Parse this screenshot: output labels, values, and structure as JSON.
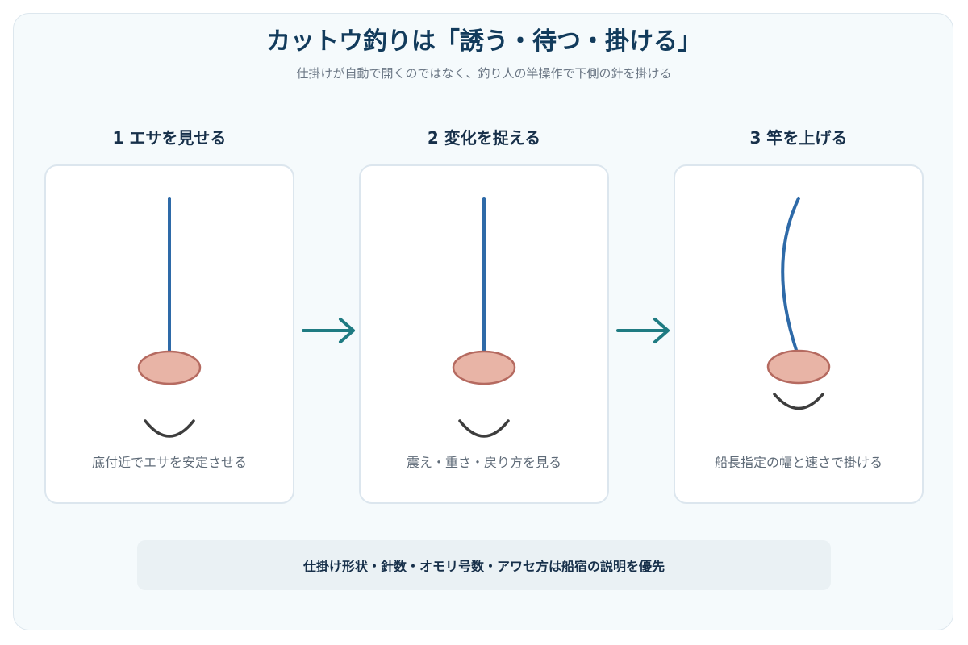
{
  "header": {
    "title": "カットウ釣りは「誘う・待つ・掛ける」",
    "subtitle": "仕掛けが自動で開くのではなく、釣り人の竿操作で下側の針を掛ける"
  },
  "steps": [
    {
      "heading": "1 エサを見せる",
      "caption": "底付近でエサを安定させる"
    },
    {
      "heading": "2 変化を捉える",
      "caption": "震え・重さ・戻り方を見る"
    },
    {
      "heading": "3 竿を上げる",
      "caption": "船長指定の幅と速さで掛ける"
    }
  ],
  "note": "仕掛け形状・針数・オモリ号数・アワセ方は船宿の説明を優先",
  "colors": {
    "title": "#123b5c",
    "line": "#2e6aa8",
    "bait_fill": "#e8b4a6",
    "bait_stroke": "#b56a60",
    "hook": "#3d3d3d",
    "arrow": "#1f7b82"
  }
}
